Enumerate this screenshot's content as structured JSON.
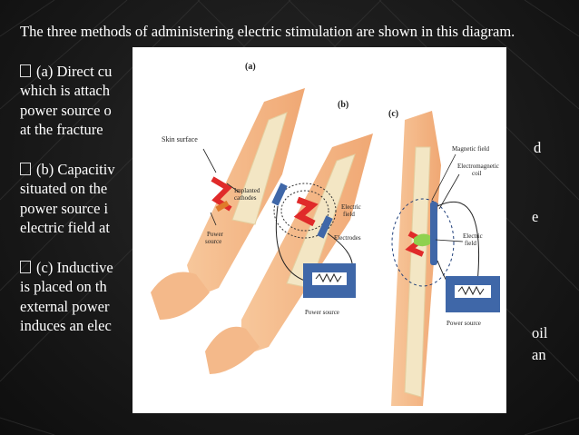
{
  "intro": "The three methods of administering electric stimulation are shown in this diagram.",
  "para_a": [
    "(a) Direct cu",
    "which is attach",
    "power source o",
    "at the fracture"
  ],
  "para_a_right": [
    "d"
  ],
  "para_b": [
    "(b) Capacitiv",
    "situated on the",
    "power source i",
    "electric field at"
  ],
  "para_b_right": [
    "e"
  ],
  "para_c": [
    "(c) Inductive",
    "is placed on th",
    "external power",
    "induces an elec"
  ],
  "para_c_right": [
    "oil",
    "an"
  ],
  "figure": {
    "panel_a": "(a)",
    "panel_b": "(b)",
    "panel_c": "(c)",
    "skin_surface": "Skin surface",
    "implanted_cathodes_1": "Implanted",
    "implanted_cathodes_2": "cathodes",
    "power_source_a_1": "Power",
    "power_source_a_2": "source",
    "electric_field_b_1": "Electric",
    "electric_field_b_2": "field",
    "electrodes": "Electrodes",
    "power_source_b": "Power source",
    "magnetic_field": "Magnetic field",
    "em_coil_1": "Electromagnetic",
    "em_coil_2": "coil",
    "electric_field_c_1": "Electric",
    "electric_field_c_2": "field",
    "power_source_c": "Power source"
  },
  "colors": {
    "arm": "#f4b98a",
    "bone": "#f1e4c0",
    "fracture": "#e02a2a",
    "device": "#3f67a8"
  }
}
